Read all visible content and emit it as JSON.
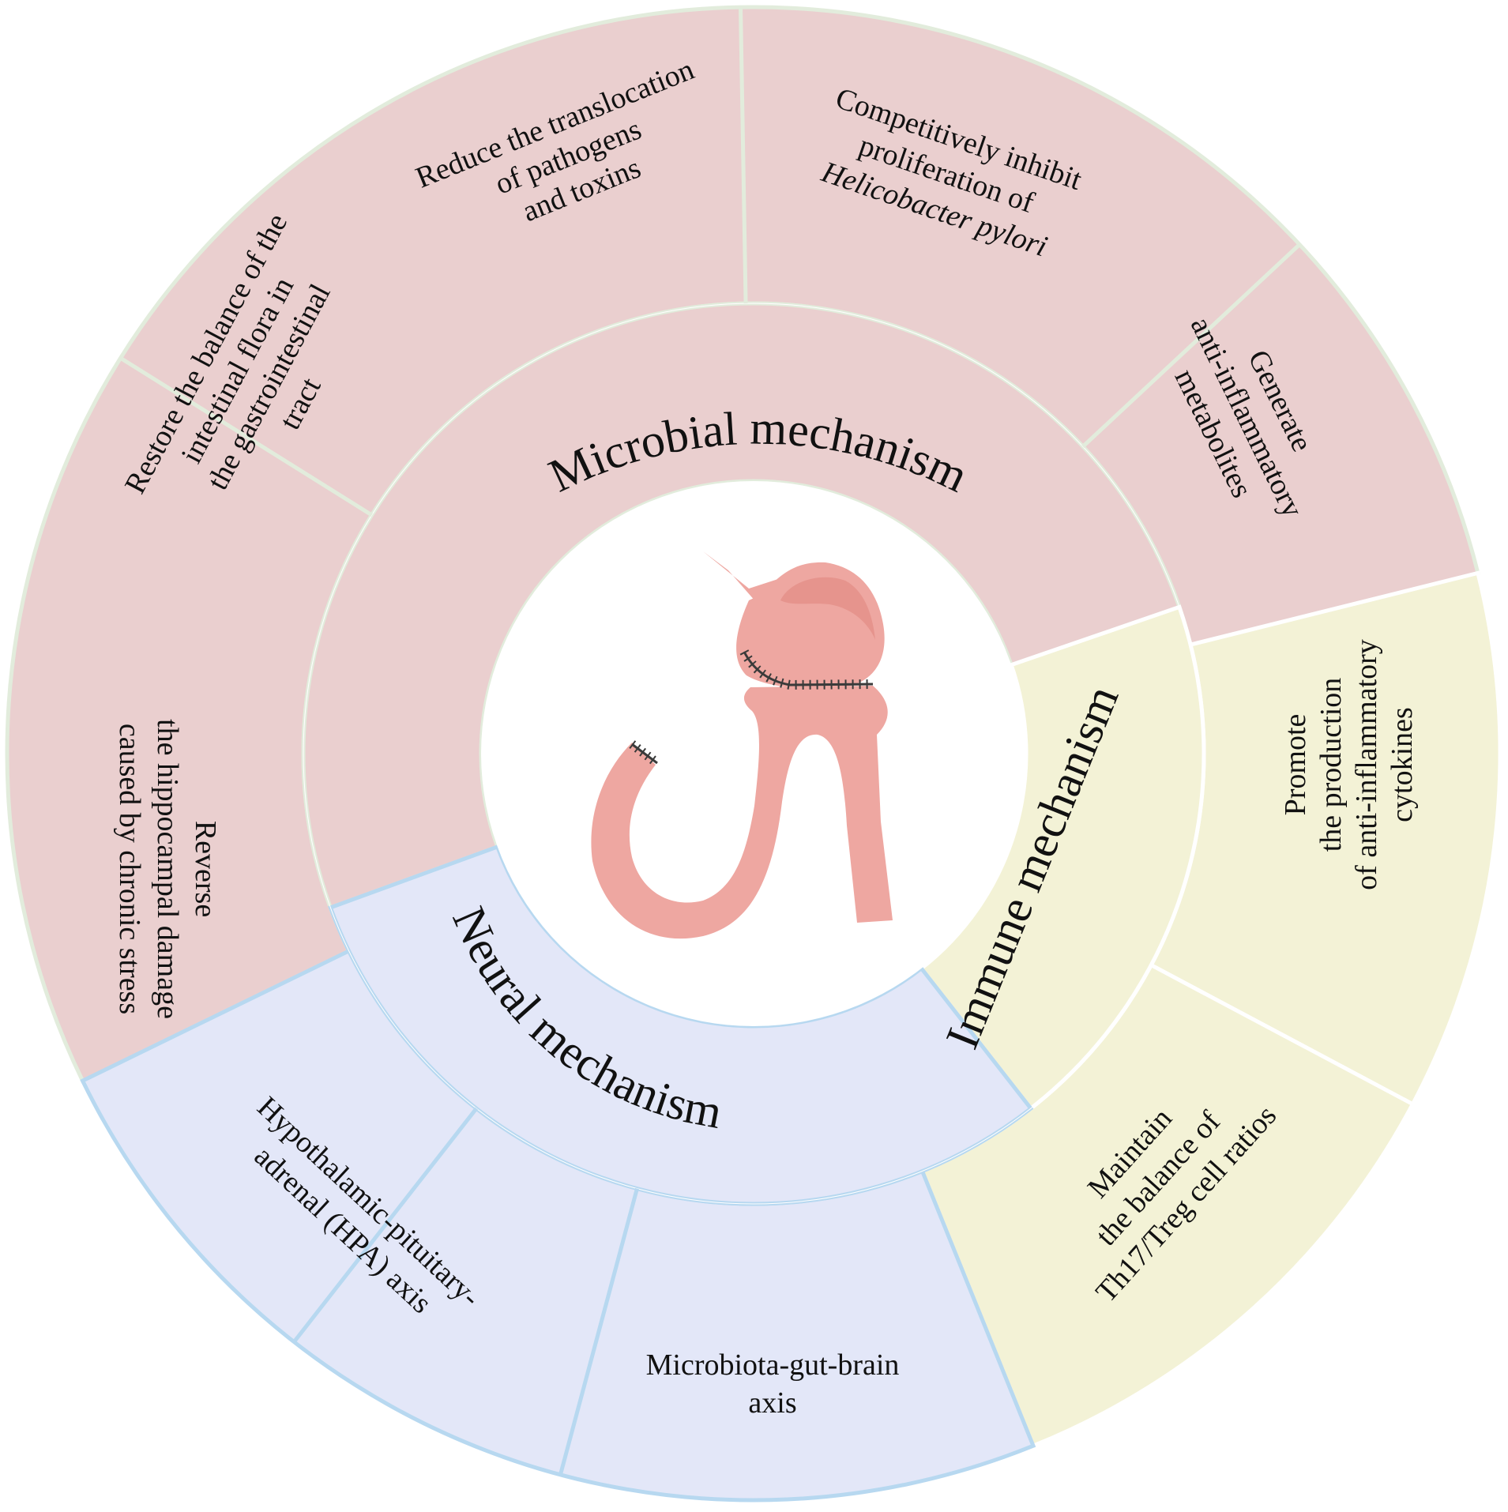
{
  "diagram": {
    "colors": {
      "microbial_fill": "#EACFCF",
      "microbial_line": "#E2ECDC",
      "immune_fill": "#F3F2D6",
      "immune_line": "#FFFFFF",
      "neural_fill": "#E3E7F8",
      "neural_line": "#B7D8F0",
      "center_fill": "#FFFFFF",
      "organ_fill": "#EEA7A1",
      "organ_shade": "#E6948D",
      "suture": "#3A3A3A"
    },
    "mechanisms": {
      "microbial": "Microbial mechanism",
      "immune": "Immune mechanism",
      "neural": "Neural mechanism"
    },
    "effects": {
      "restore": [
        "Restore the balance of the",
        "intestinal flora in",
        "the gastrointestinal",
        "tract"
      ],
      "reduce": [
        "Reduce the translocation",
        "of pathogens",
        "and toxins"
      ],
      "inhibit": [
        "Competitively inhibit",
        "proliferation of",
        "Helicobacter pylori"
      ],
      "generate": [
        "Generate",
        "anti-inflammatory",
        "metabolites"
      ],
      "promote": [
        "Promote",
        "the production",
        "of anti-inflammatory",
        "cytokines"
      ],
      "maintain": [
        "Maintain",
        "the balance of",
        "Th17/Treg cell ratios"
      ],
      "gut_brain": [
        "Microbiota-gut-brain",
        "axis"
      ],
      "hpa": [
        "Hypothalamic-pituitary-",
        "adrenal (HPA) axis"
      ],
      "reverse": [
        "Reverse",
        "the hippocampal damage",
        "caused by chronic stress"
      ]
    },
    "icons": {
      "center": "stomach-intestine-icon"
    }
  }
}
